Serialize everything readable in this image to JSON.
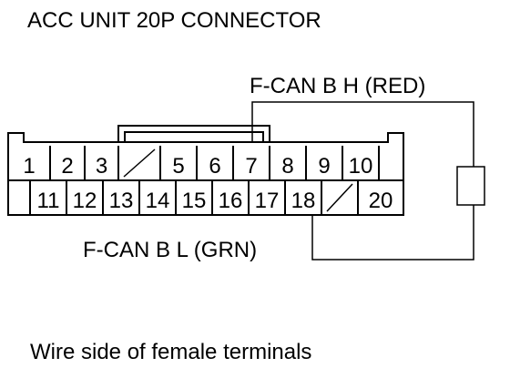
{
  "title": "ACC UNIT 20P CONNECTOR",
  "wire_high": "F-CAN B H (RED)",
  "wire_low": "F-CAN B L (GRN)",
  "caption": "Wire side of female terminals",
  "top_row": [
    {
      "label": "1"
    },
    {
      "label": "2"
    },
    {
      "label": "3"
    },
    {
      "label": "",
      "blank": true
    },
    {
      "label": "5"
    },
    {
      "label": "6"
    },
    {
      "label": "7"
    },
    {
      "label": "8"
    },
    {
      "label": "9"
    },
    {
      "label": "10"
    }
  ],
  "bottom_row": [
    {
      "label": "11"
    },
    {
      "label": "12"
    },
    {
      "label": "13"
    },
    {
      "label": "14"
    },
    {
      "label": "15"
    },
    {
      "label": "16"
    },
    {
      "label": "17"
    },
    {
      "label": "18"
    },
    {
      "label": "",
      "blank": true
    },
    {
      "label": "20"
    }
  ]
}
